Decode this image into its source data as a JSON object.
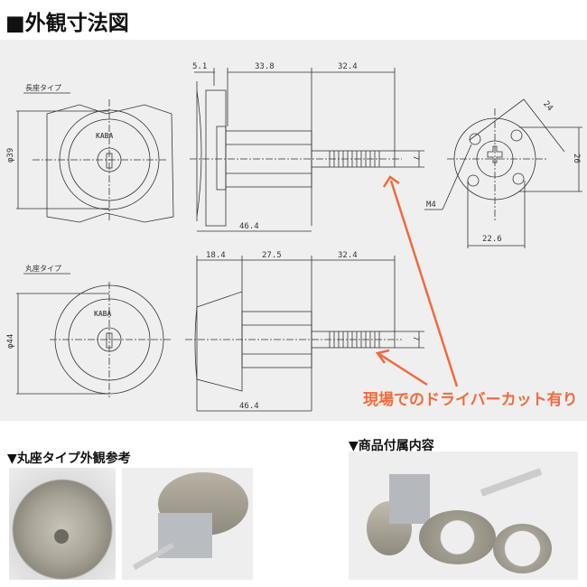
{
  "title": "■外観寸法図",
  "diagram": {
    "long_type_label": "長座タイプ",
    "round_type_label": "丸座タイプ",
    "brand": "KABA",
    "long": {
      "dia": "φ39",
      "d1": "5.1",
      "d2": "33.8",
      "d3": "32.4",
      "total": "46.4",
      "shaft": "7"
    },
    "round": {
      "dia": "φ44",
      "d1": "18.4",
      "d2": "27.5",
      "d3": "32.4",
      "total": "46.4",
      "shaft": "7"
    },
    "rear": {
      "diag": "24",
      "height": "26",
      "width": "22.6",
      "screw": "M4"
    },
    "note": "現場でのドライバーカット有り",
    "note_color": "#f26a3c"
  },
  "sections": {
    "round_ref": "▼丸座タイプ外観参考",
    "contents": "▼商品付属内容"
  }
}
